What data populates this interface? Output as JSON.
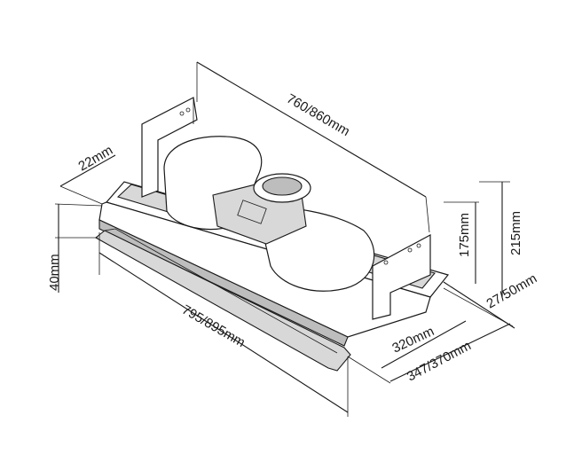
{
  "dimensions": {
    "top_length": "760/860mm",
    "depth_top": "22mm",
    "height_front": "40mm",
    "front_length": "795/895mm",
    "height_mid": "175mm",
    "height_total": "215mm",
    "side_offset": "27/50mm",
    "depth_inner": "320mm",
    "depth_outer": "347/370mm"
  }
}
